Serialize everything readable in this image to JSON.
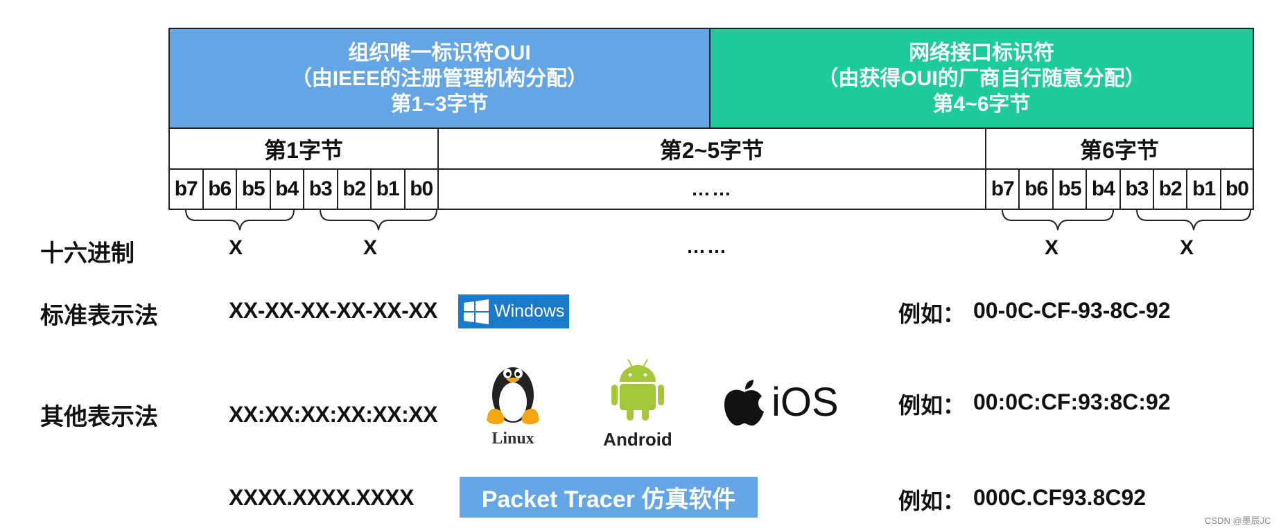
{
  "table": {
    "oui_header": {
      "line1": "组织唯一标识符OUI",
      "line2": "（由IEEE的注册管理机构分配）",
      "line3": "第1~3字节",
      "color": "#64a5e6"
    },
    "nic_header": {
      "line1": "网络接口标识符",
      "line2": "（由获得OUI的厂商自行随意分配）",
      "line3": "第4~6字节",
      "color": "#1ecb9a"
    },
    "bytes": {
      "first": "第1字节",
      "middle": "第2~5字节",
      "last": "第6字节"
    },
    "bits": [
      "b7",
      "b6",
      "b5",
      "b4",
      "b3",
      "b2",
      "b1",
      "b0"
    ],
    "middle_bits": "……"
  },
  "hex_row": {
    "label": "十六进制",
    "digit": "X",
    "ellipsis": "……"
  },
  "standard_row": {
    "label": "标准表示法",
    "format": "XX-XX-XX-XX-XX-XX",
    "os": "Windows",
    "example_label": "例如：",
    "example": "00-0C-CF-93-8C-92"
  },
  "other_row": {
    "label": "其他表示法",
    "format": "XX:XX:XX:XX:XX:XX",
    "os": [
      "Linux",
      "Android",
      "iOS"
    ],
    "example_label": "例如：",
    "example": "00:0C:CF:93:8C:92"
  },
  "dot_row": {
    "format": "XXXX.XXXX.XXXX",
    "software": "Packet Tracer 仿真软件",
    "example_label": "例如：",
    "example": "000C.CF93.8C92"
  },
  "watermark": "CSDN @墨辰JC"
}
